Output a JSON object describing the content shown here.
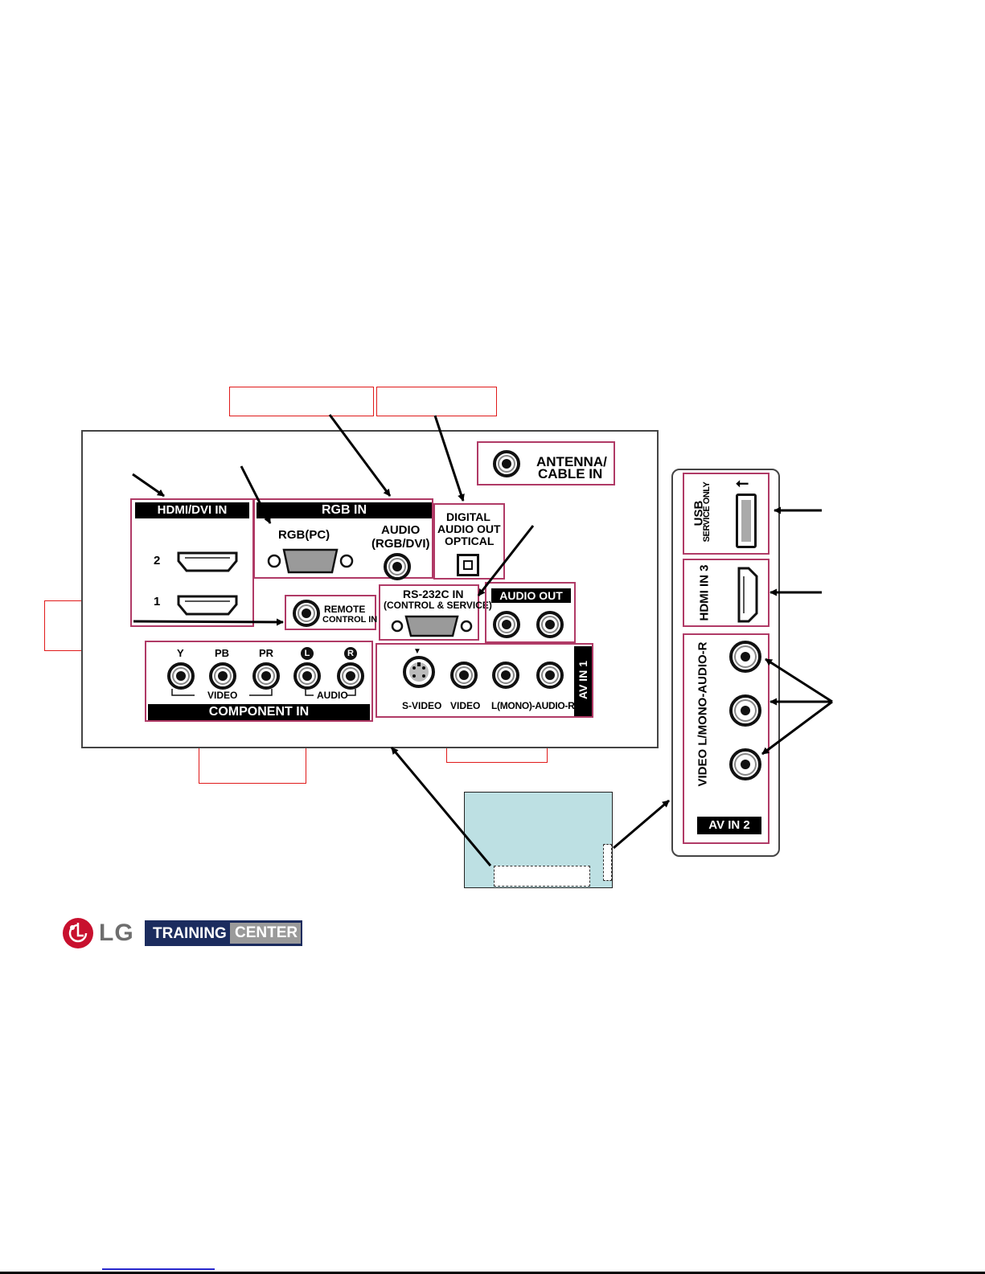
{
  "rear_panel": {
    "hdmi_dvi_in": {
      "title": "HDMI/DVI IN",
      "port_2": "2",
      "port_1": "1"
    },
    "rgb_in": {
      "title": "RGB IN",
      "rgb_pc": "RGB(PC)",
      "audio_line1": "AUDIO",
      "audio_line2": "(RGB/DVI)"
    },
    "digital_audio_out": {
      "line1": "DIGITAL",
      "line2": "AUDIO OUT",
      "line3": "OPTICAL"
    },
    "antenna": {
      "line1": "ANTENNA/",
      "line2": "CABLE IN"
    },
    "remote": {
      "line1": "REMOTE",
      "line2": "CONTROL IN"
    },
    "rs232c": {
      "line1": "RS-232C IN",
      "line2": "(CONTROL & SERVICE)"
    },
    "audio_out": {
      "title": "AUDIO OUT"
    },
    "component_in": {
      "title": "COMPONENT IN",
      "labels": [
        "Y",
        "PB",
        "PR",
        "L",
        "R"
      ],
      "video_group": "VIDEO",
      "audio_group": "AUDIO"
    },
    "av_in_1": {
      "title": "AV IN 1",
      "labels": [
        "S-VIDEO",
        "VIDEO",
        "L(MONO)-AUDIO-R"
      ]
    }
  },
  "side_panel": {
    "usb": {
      "line1": "USB",
      "line2": "SERVICE ONLY"
    },
    "hdmi_in_3": "HDMI IN 3",
    "av_in_2": {
      "title": "AV IN 2",
      "side_label": "VIDEO  L/MONO-AUDIO-R"
    }
  },
  "logo": {
    "brand": "LG",
    "part1": "TRAINING",
    "part2": "CENTER"
  },
  "colors": {
    "accent_box": "#e01a1a",
    "section_border": "#b03a66",
    "inset_fill": "#bde0e3",
    "logo_red": "#c8102e",
    "logo_navy": "#1b2c5e"
  }
}
